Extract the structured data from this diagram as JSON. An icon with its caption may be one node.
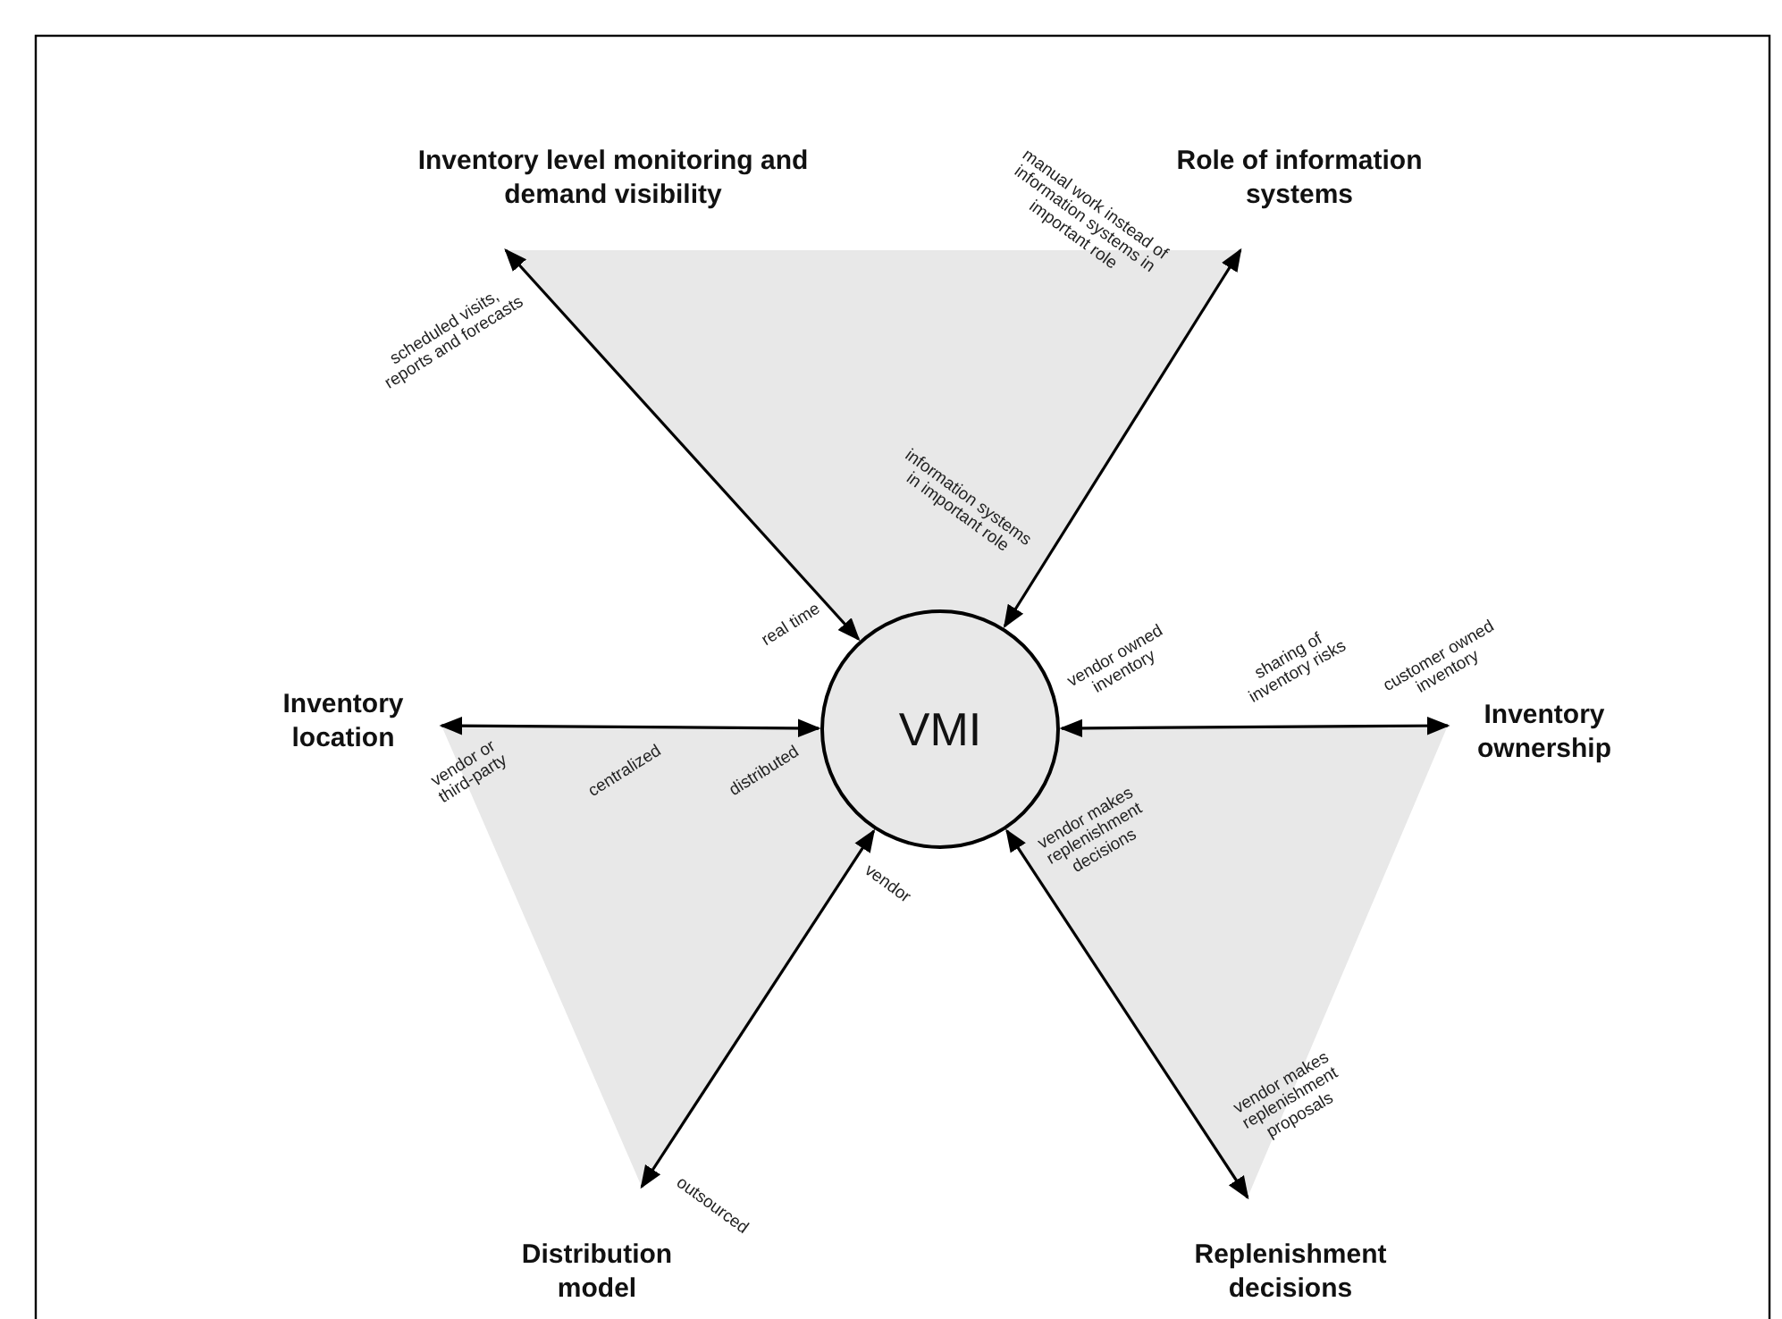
{
  "diagram": {
    "nodes": [
      {
        "text": [
          "Inventory level monitoring and demand visibility"
        ]
      },
      {
        "text": [
          "Role of information systems"
        ]
      },
      {
        "text": [
          "Inventory location"
        ]
      },
      {
        "text": [
          "VMI"
        ]
      },
      {
        "text": [
          "Inventory ownership"
        ]
      },
      {
        "text": [
          "Distribution model"
        ]
      },
      {
        "text": [
          "Replenishment decisions"
        ]
      }
    ],
    "edges": [
      {
        "from": 3,
        "to": 0,
        "arrow": "both"
      },
      {
        "from": 3,
        "to": 1,
        "arrow": "both"
      },
      {
        "from": 3,
        "to": 2,
        "arrow": "both"
      },
      {
        "from": 3,
        "to": 4,
        "arrow": "both"
      },
      {
        "from": 3,
        "to": 5,
        "arrow": "both"
      },
      {
        "from": 3,
        "to": 6,
        "arrow": "both"
      }
    ],
    "labels": [
      "manual work instead of information systems in important role",
      "scheduled visits, reports and forecasts",
      "information systems in important role",
      "real time",
      "vendor owned inventory",
      "sharing of inventory risks",
      "customer owned inventory",
      "vendor or third-party",
      "centralized",
      "distributed",
      "vendor makes replenishment decisions",
      "vendor",
      "vendor makes replenishment proposals",
      "outsourced"
    ]
  }
}
